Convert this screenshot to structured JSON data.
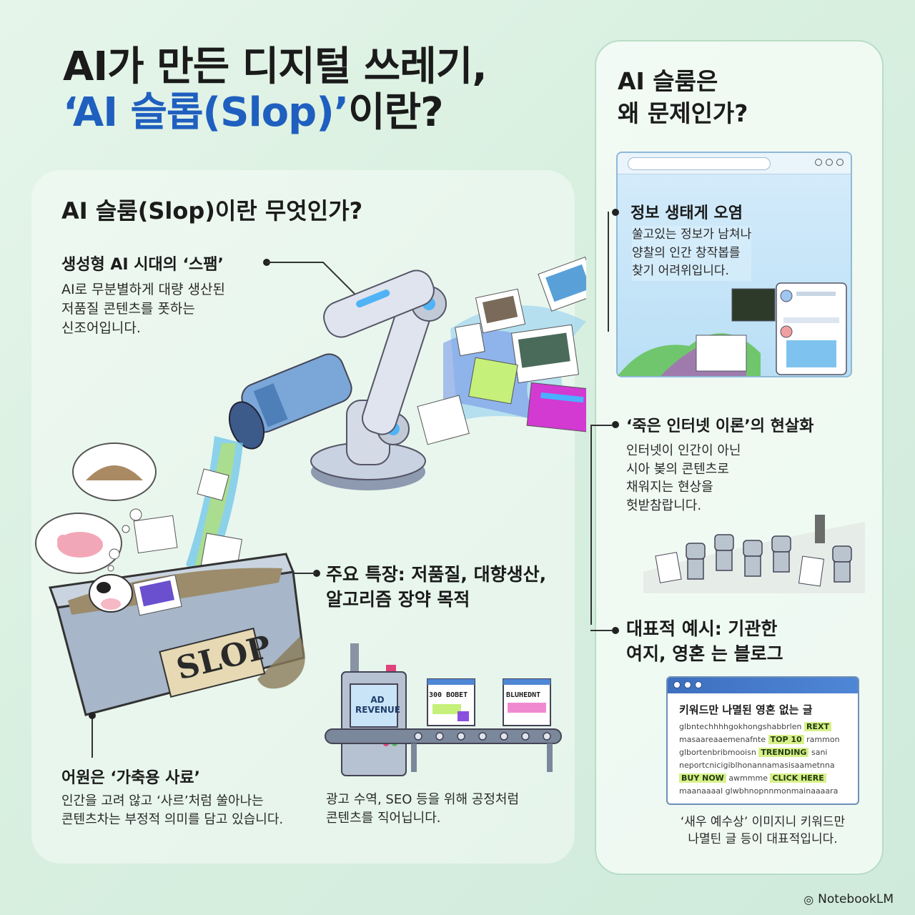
{
  "title": {
    "line1": "AI가 만든 디지털 쓰레기,",
    "line2_accent": "‘AI 슬롭(Slop)’",
    "line2_rest": "이란?"
  },
  "left": {
    "section_title": "AI 슬룸(Slop)이란 무엇인가?",
    "spam": {
      "heading": "생성형 AI 시대의 ‘스팸’",
      "body": [
        "AI로 무분별하게 대량 생산된",
        "저품질 콘텐츠를 폿하는",
        "신조어입니다."
      ]
    },
    "features": {
      "heading": [
        "주요 특장: 저품질, 대향생산,",
        "알고리즘 장약 목적"
      ]
    },
    "origin": {
      "heading": "어원은 ‘가축용 사료’",
      "body": [
        "인간을 고려 않고 ‘사르’처럼 쑬아나는",
        "콘텐츠차는 부정적 의미를 담고 있습니다."
      ]
    },
    "factory": {
      "body": [
        "광고 수역, SEO 등을 위해 공정처럼",
        "콘텐츠를 직어닙니다."
      ],
      "machine_label": [
        "AD",
        "REVENUE"
      ],
      "box1": "300 BOBET",
      "box2": "BLUHEDNT"
    },
    "bin_label": "SLOP"
  },
  "right": {
    "section_title": [
      "AI 슬룸은",
      "왜 문제인가?"
    ],
    "pollution": {
      "heading": "정보 생태게 오염",
      "body": [
        "쑬고있는 정보가 남쳐나",
        "양찰의 인간 창작봅를",
        "찾기 어려위입니다."
      ]
    },
    "dead_internet": {
      "heading": "‘죽은 인터넷 이론’의 현살화",
      "body": [
        "인터넷이 인간이 아닌",
        "시아 봊의 콘텐츠로",
        "채워지는 현상을",
        "헛받참랍니다."
      ]
    },
    "examples": {
      "heading": [
        "대표적 예시: 기관한",
        "여지, 영혼 는 블로그"
      ],
      "blog_title": "키워드만 나멸된 영혼 없는 글",
      "gibberish": [
        "glbntechhhhgokhongshabbrlen",
        "masaareaaemenafnte",
        "glbortenbribmooisn",
        "neportcnicigiblhonannamasisaametnna",
        "awmmme",
        "maanaaaal glwbhnopnnmonmainaaaara"
      ],
      "tags": [
        "REXT",
        "TOP 10",
        "TRENDING",
        "BUY NOW",
        "CLICK HERE"
      ],
      "extra": [
        "rammon",
        "sani"
      ],
      "caption": [
        "‘새우 예수상’ 이미지니 키워드만",
        "나멸틴 글 등이 대표적입니다."
      ]
    }
  },
  "watermark": "NotebookLM",
  "colors": {
    "accent": "#1f5fbf",
    "background": "#d9f0e0"
  }
}
